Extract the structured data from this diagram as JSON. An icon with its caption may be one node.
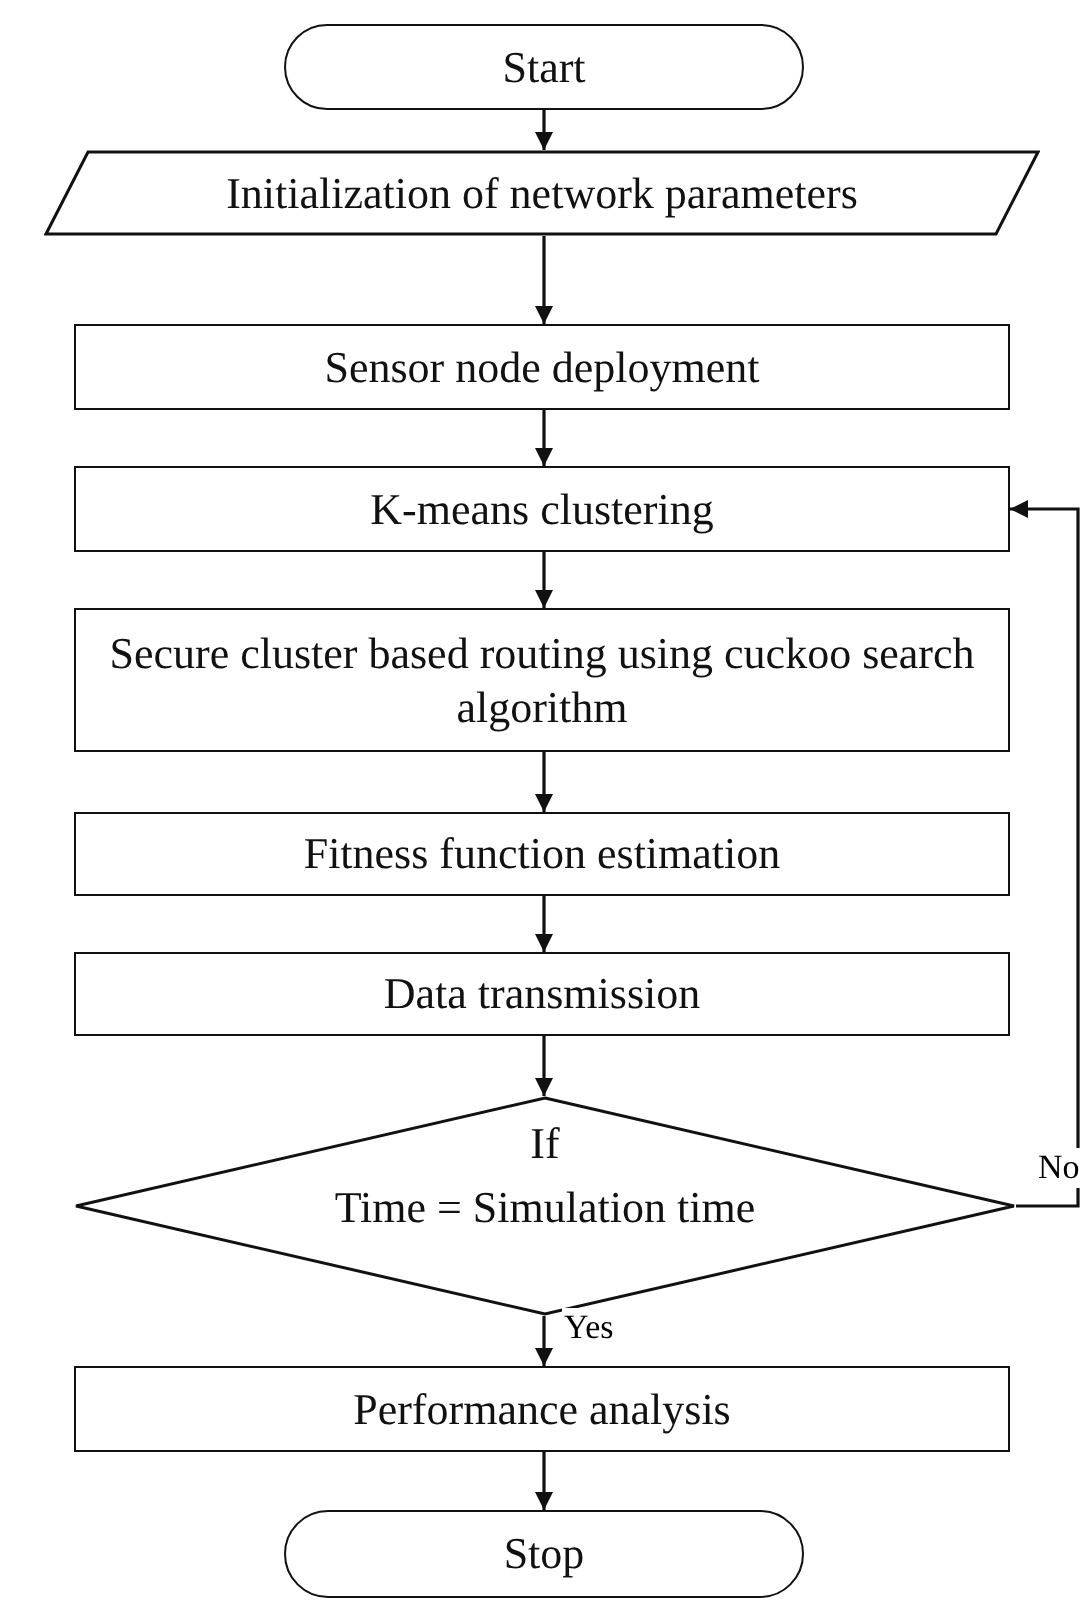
{
  "diagram": {
    "nodes": [
      {
        "text": [
          "Start"
        ]
      },
      {
        "text": [
          "Initialization of network parameters"
        ]
      },
      {
        "text": [
          "Sensor node deployment"
        ]
      },
      {
        "text": [
          "K-means clustering"
        ]
      },
      {
        "text": [
          "Secure cluster based routing using cuckoo search algorithm"
        ]
      },
      {
        "text": [
          "Fitness function estimation"
        ]
      },
      {
        "text": [
          "Data transmission"
        ]
      },
      {
        "text": [
          "If",
          "Time = Simulation time"
        ]
      },
      {
        "text": [
          "Performance analysis"
        ]
      },
      {
        "text": [
          "Stop"
        ]
      }
    ],
    "edges": [
      {
        "from": 0,
        "to": 1,
        "arrow": "to"
      },
      {
        "from": 1,
        "to": 2,
        "arrow": "to"
      },
      {
        "from": 2,
        "to": 3,
        "arrow": "to"
      },
      {
        "from": 3,
        "to": 4,
        "arrow": "to"
      },
      {
        "from": 4,
        "to": 5,
        "arrow": "to"
      },
      {
        "from": 5,
        "to": 6,
        "arrow": "to"
      },
      {
        "from": 6,
        "to": 7,
        "arrow": "to"
      },
      {
        "from": 7,
        "to": 8,
        "label": "Yes",
        "arrow": "to"
      },
      {
        "from": 7,
        "to": 3,
        "label": "No",
        "arrow": "to"
      },
      {
        "from": 8,
        "to": 9,
        "arrow": "to"
      }
    ]
  }
}
